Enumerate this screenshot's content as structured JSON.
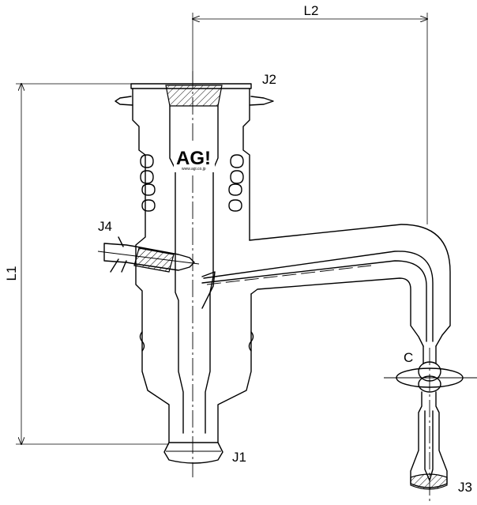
{
  "labels": {
    "l1": "L1",
    "l2": "L2",
    "j1": "J1",
    "j2": "J2",
    "j3": "J3",
    "j4": "J4",
    "c": "C"
  },
  "logo": {
    "text": "AG!",
    "url": "www.agi.co.jp"
  }
}
